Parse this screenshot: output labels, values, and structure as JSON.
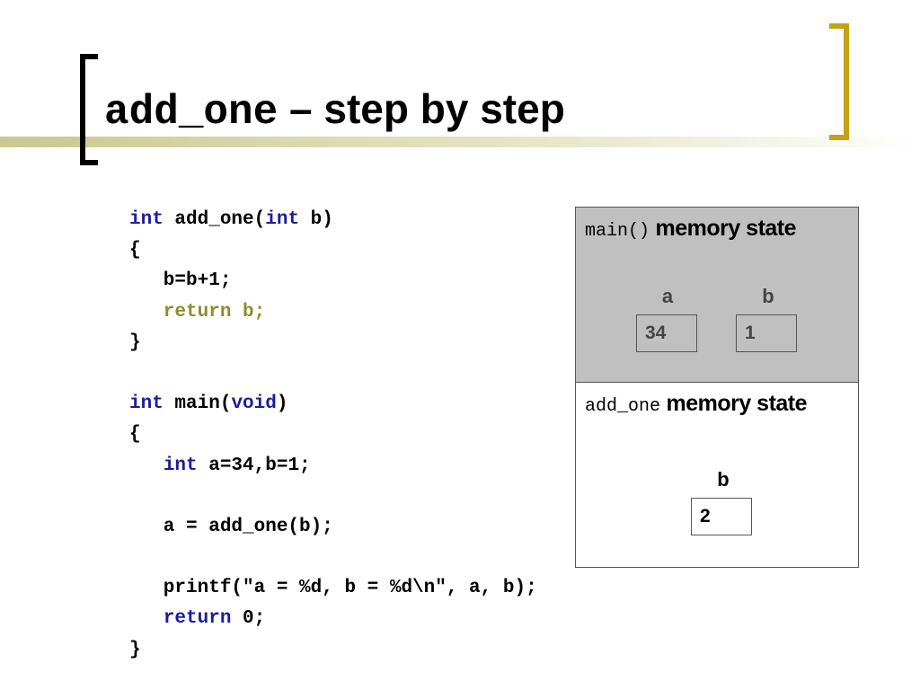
{
  "slide": {
    "title_code": "add_one",
    "title_rest": " – step by step"
  },
  "code_lines": [
    [
      {
        "t": "int",
        "c": "kw"
      },
      {
        "t": " add_one(",
        "c": ""
      },
      {
        "t": "int",
        "c": "kw"
      },
      {
        "t": " b)",
        "c": ""
      }
    ],
    [
      {
        "t": "{",
        "c": ""
      }
    ],
    [
      {
        "t": "   b=b+1;",
        "c": ""
      }
    ],
    [
      {
        "t": "   return b;",
        "c": "ret"
      }
    ],
    [
      {
        "t": "}",
        "c": ""
      }
    ],
    [],
    [
      {
        "t": "int",
        "c": "kw"
      },
      {
        "t": " main(",
        "c": ""
      },
      {
        "t": "void",
        "c": "kw"
      },
      {
        "t": ")",
        "c": ""
      }
    ],
    [
      {
        "t": "{",
        "c": ""
      }
    ],
    [
      {
        "t": "   ",
        "c": ""
      },
      {
        "t": "int",
        "c": "kw"
      },
      {
        "t": " a=34,b=1;",
        "c": ""
      }
    ],
    [],
    [
      {
        "t": "   a = add_one(b);",
        "c": ""
      }
    ],
    [],
    [
      {
        "t": "   printf(\"a = %d, b = %d\\n\", a, b);",
        "c": ""
      }
    ],
    [
      {
        "t": "   ",
        "c": ""
      },
      {
        "t": "return",
        "c": "kw"
      },
      {
        "t": " 0;",
        "c": ""
      }
    ],
    [
      {
        "t": "}",
        "c": ""
      }
    ]
  ],
  "main_memory": {
    "title_code": "main()",
    "title_rest": " memory state",
    "vars": [
      {
        "name": "a",
        "value": "34"
      },
      {
        "name": "b",
        "value": "1"
      }
    ]
  },
  "add_one_memory": {
    "title_code": "add_one",
    "title_rest": " memory state",
    "vars": [
      {
        "name": "b",
        "value": "2"
      }
    ]
  },
  "colors": {
    "keyword": "#1c1ca0",
    "return_highlight": "#8c8c30",
    "bracket_accent": "#c8a018",
    "main_panel_bg": "#c0c0c0"
  }
}
